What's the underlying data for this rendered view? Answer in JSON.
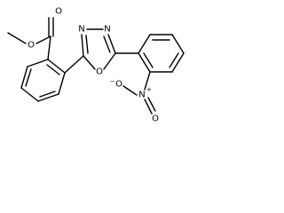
{
  "diagram": {
    "type": "chemical-structure",
    "colors": {
      "bond": "#000000",
      "text": "#000000",
      "background": "#ffffff"
    },
    "atoms": {
      "ester_carbonyl_o": "O",
      "ester_ether_o": "O",
      "oxadiazole_n3": "N",
      "oxadiazole_n4": "N",
      "oxadiazole_o1": "O",
      "nitro_n": "N",
      "nitro_n_charge": "+",
      "nitro_o_single": "O",
      "nitro_o_single_charge": "−",
      "nitro_o_double": "O"
    }
  }
}
